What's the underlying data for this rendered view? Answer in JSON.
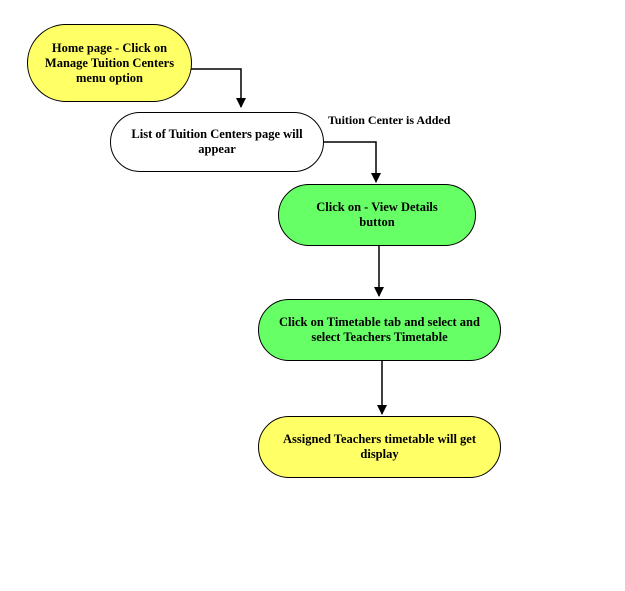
{
  "diagram": {
    "nodes": {
      "home": {
        "text": "Home page - Click on Manage Tuition Centers menu option",
        "color": "#ffff66"
      },
      "list": {
        "text": "List of Tuition Centers page will appear",
        "color": "#ffffff"
      },
      "view": {
        "text": "Click on - View Details button",
        "color": "#66ff66"
      },
      "timetable": {
        "text": "Click on Timetable tab and select and select Teachers Timetable",
        "color": "#66ff66"
      },
      "assigned": {
        "text": "Assigned Teachers timetable will get display",
        "color": "#ffff66"
      }
    },
    "edge_labels": {
      "added": "Tuition Center is Added"
    }
  }
}
